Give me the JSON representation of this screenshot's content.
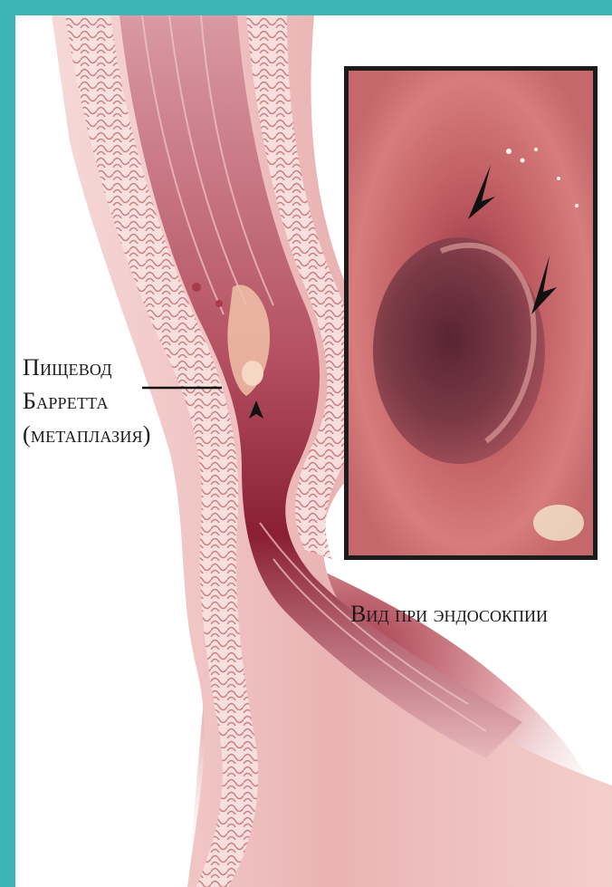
{
  "colors": {
    "frame_teal": "#3cb3b4",
    "tissue_pink": "#e9aeb0",
    "lumen_dark_red": "#8a1f33",
    "endoscopy_mucosa": "#c75a5f"
  },
  "labels": {
    "barrett_line1": "Пищевод",
    "barrett_line2": "Барретта",
    "barrett_line3": "(метаплазия)",
    "endoscopy_caption": "Вид при эндосокпии"
  },
  "icons": {
    "pointer_arrow": "arrowhead-icon",
    "pointer_line": "leader-line"
  }
}
